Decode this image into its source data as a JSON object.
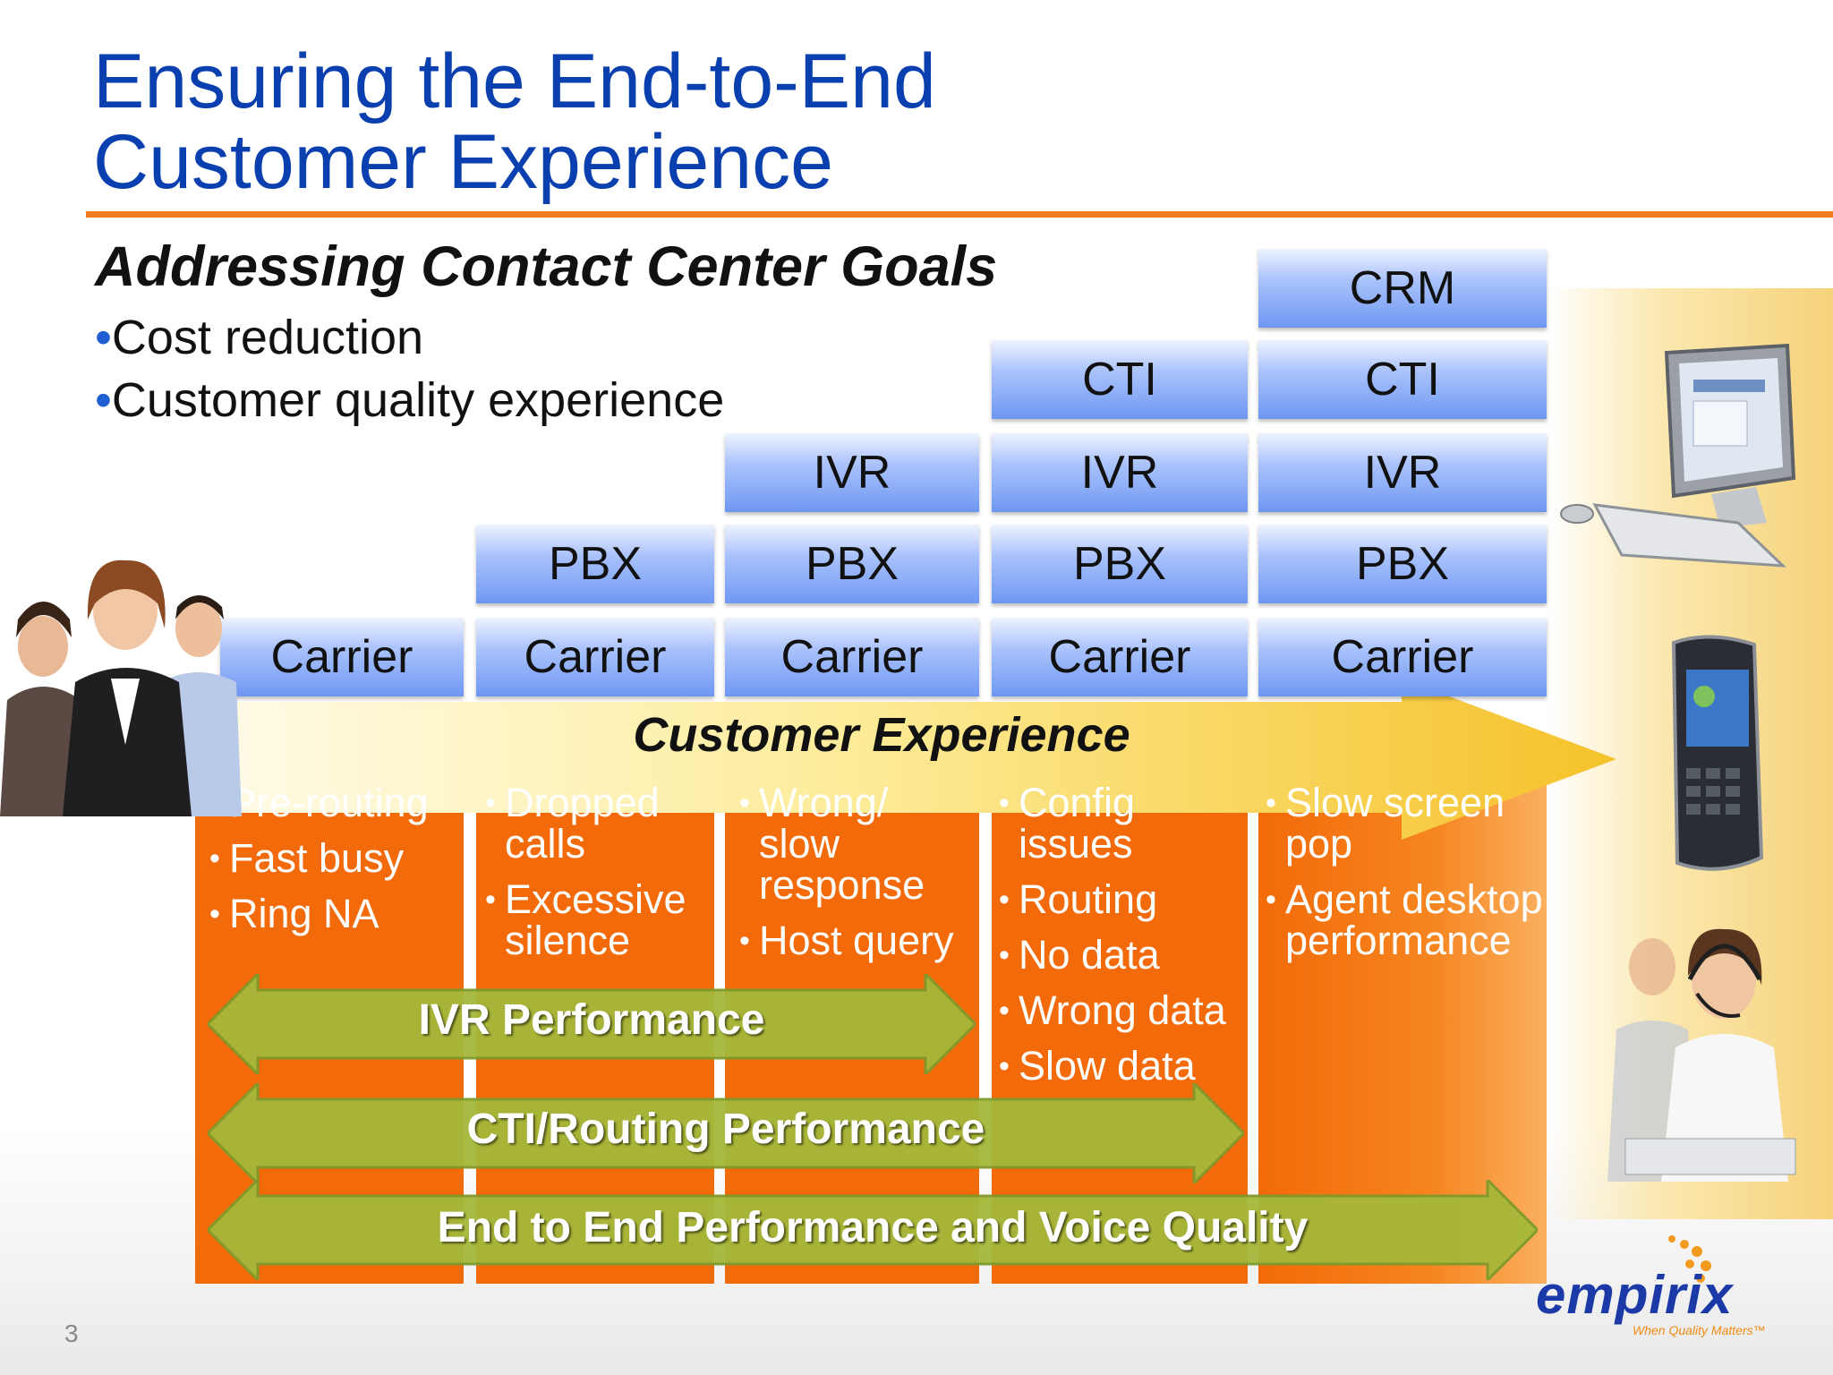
{
  "slide": {
    "title_line1": "Ensuring the End-to-End",
    "title_line2": "Customer Experience",
    "subtitle": "Addressing Contact Center Goals",
    "goals": [
      "Cost reduction",
      "Customer quality experience"
    ],
    "page_number": "3"
  },
  "columns": [
    {
      "stack": [
        "Carrier"
      ],
      "issues": [
        "Pre-routing",
        "Fast busy",
        "Ring NA"
      ]
    },
    {
      "stack": [
        "PBX",
        "Carrier"
      ],
      "issues": [
        "Dropped calls",
        "Excessive silence"
      ]
    },
    {
      "stack": [
        "IVR",
        "PBX",
        "Carrier"
      ],
      "issues": [
        "Wrong/ slow response",
        "Host query"
      ]
    },
    {
      "stack": [
        "CTI",
        "IVR",
        "PBX",
        "Carrier"
      ],
      "issues": [
        "Config issues",
        "Routing",
        "No data",
        "Wrong data",
        "Slow data"
      ]
    },
    {
      "stack": [
        "CRM",
        "CTI",
        "IVR",
        "PBX",
        "Carrier"
      ],
      "issues": [
        "Slow screen pop",
        "Agent desktop performance"
      ]
    }
  ],
  "customer_experience_label": "Customer Experience",
  "performance_bands": [
    {
      "label": "IVR Performance"
    },
    {
      "label": "CTI/Routing Performance"
    },
    {
      "label": "End to End Performance and Voice Quality"
    }
  ],
  "logo": {
    "name": "empirix",
    "tagline": "When Quality Matters™"
  },
  "colors": {
    "title": "#0a3fb0",
    "rule": "#f07c1c",
    "issue_column": "#f26a0a",
    "band": "#a5b83a",
    "block": "#7aa0f2",
    "cx_arrow": "#f5c52a"
  }
}
